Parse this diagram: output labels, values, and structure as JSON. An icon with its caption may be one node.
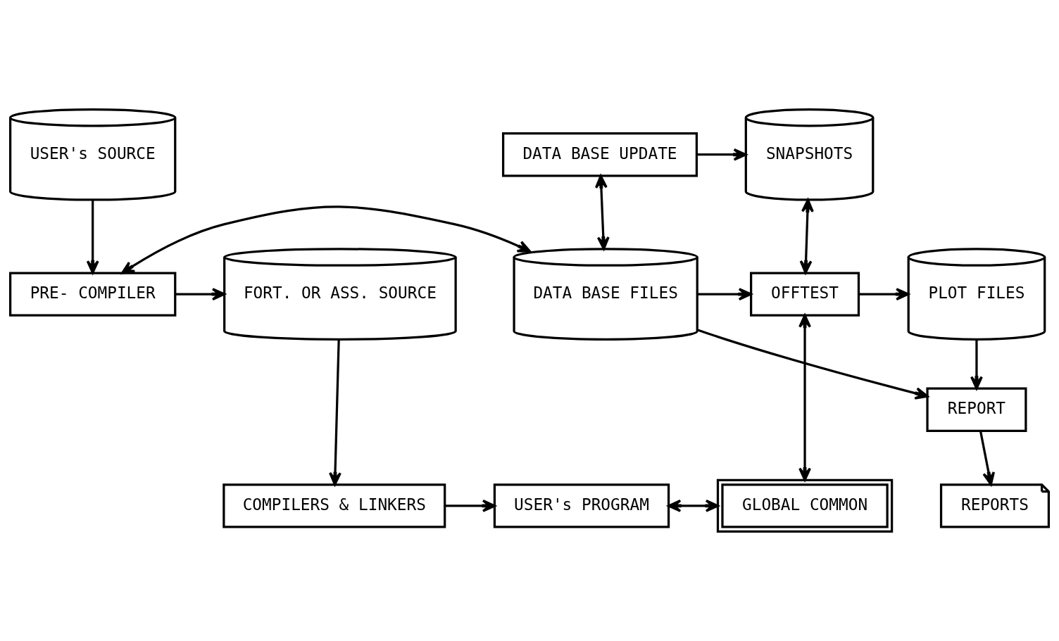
{
  "diagram": {
    "nodes": [
      {
        "text": [
          "USER's SOURCE"
        ]
      },
      {
        "text": [
          "DATA BASE UPDATE"
        ]
      },
      {
        "text": [
          "SNAPSHOTS"
        ]
      },
      {
        "text": [
          "FORT. OR ASS. SOURCE"
        ]
      },
      {
        "text": [
          "PRE- COMPILER"
        ]
      },
      {
        "text": [
          "DATA BASE FILES"
        ]
      },
      {
        "text": [
          "OFFTEST"
        ]
      },
      {
        "text": [
          "PLOT FILES"
        ]
      },
      {
        "text": [
          "REPORT"
        ]
      },
      {
        "text": [
          "COMPILERS & LINKERS"
        ]
      },
      {
        "text": [
          "USER's PROGRAM"
        ]
      },
      {
        "text": [
          "GLOBAL COMMON"
        ]
      },
      {
        "text": [
          "REPORTS"
        ]
      }
    ],
    "edges": [
      {
        "from": 0,
        "to": 4,
        "arrow": "to"
      },
      {
        "from": 4,
        "to": 3,
        "arrow": "to"
      },
      {
        "from": 4,
        "to": 5,
        "arrow": "both"
      },
      {
        "from": 1,
        "to": 5,
        "arrow": "both"
      },
      {
        "from": 1,
        "to": 2,
        "arrow": "to"
      },
      {
        "from": 2,
        "to": 6,
        "arrow": "both"
      },
      {
        "from": 5,
        "to": 6,
        "arrow": "to"
      },
      {
        "from": 6,
        "to": 7,
        "arrow": "to"
      },
      {
        "from": 7,
        "to": 8,
        "arrow": "to"
      },
      {
        "from": 5,
        "to": 8,
        "arrow": "to"
      },
      {
        "from": 8,
        "to": 12,
        "arrow": "to"
      },
      {
        "from": 3,
        "to": 9,
        "arrow": "to"
      },
      {
        "from": 9,
        "to": 10,
        "arrow": "to"
      },
      {
        "from": 10,
        "to": 11,
        "arrow": "both"
      },
      {
        "from": 6,
        "to": 11,
        "arrow": "both"
      }
    ]
  }
}
